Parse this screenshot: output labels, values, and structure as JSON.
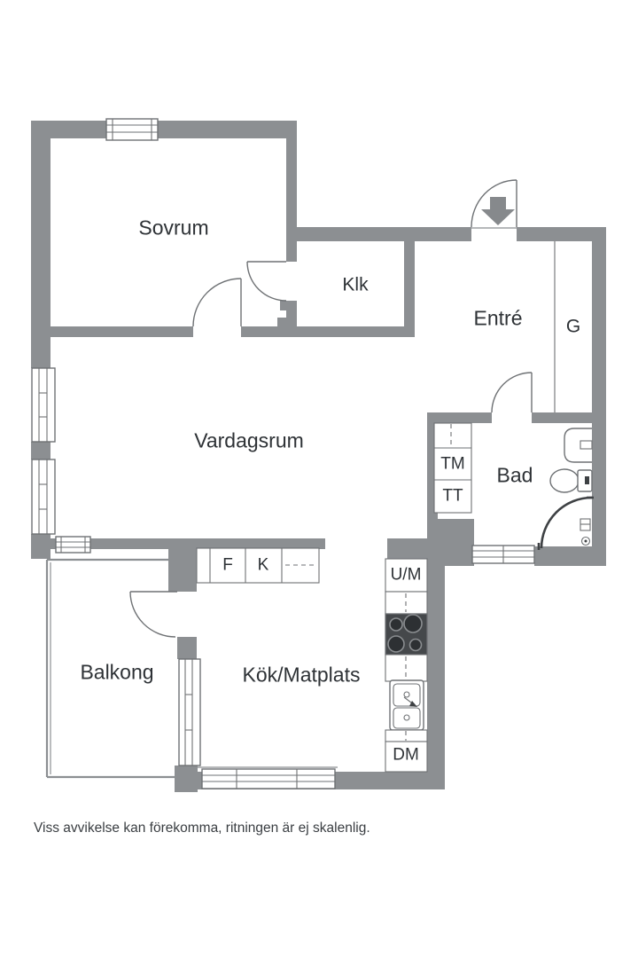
{
  "colors": {
    "wall": "#8C8F92",
    "arrow": "#86898C",
    "line": "#6E7174",
    "dark": "#3E4144",
    "stove": "#45484B",
    "burner": "#2D3033",
    "text": "#2E3236"
  },
  "labels": {
    "sovrum": "Sovrum",
    "klk": "Klk",
    "entre": "Entré",
    "g": "G",
    "vardagsrum": "Vardagsrum",
    "bad": "Bad",
    "tm": "TM",
    "tt": "TT",
    "f": "F",
    "k": "K",
    "um": "U/M",
    "dm": "DM",
    "balkong": "Balkong",
    "kok": "Kök/Matplats"
  },
  "footer": {
    "disclaimer": "Viss avvikelse kan förekomma, ritningen är ej skalenlig."
  }
}
